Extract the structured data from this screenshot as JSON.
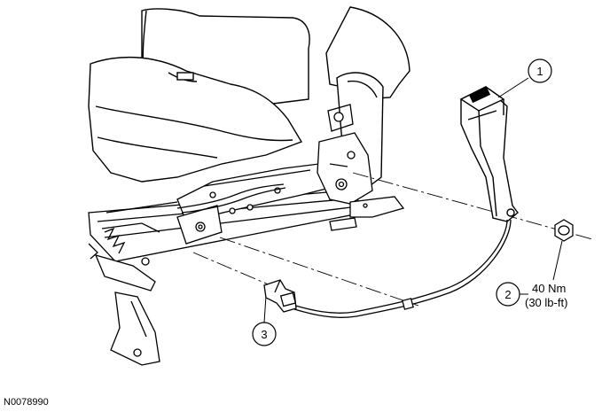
{
  "figure_id": "N0078990",
  "callouts": [
    {
      "number": "1",
      "part": "seat-belt-buckle"
    },
    {
      "number": "2",
      "part": "retaining-nut"
    },
    {
      "number": "3",
      "part": "electrical-connector"
    }
  ],
  "torque": {
    "metric": "40 Nm",
    "imperial": "(30 lb-ft)"
  }
}
